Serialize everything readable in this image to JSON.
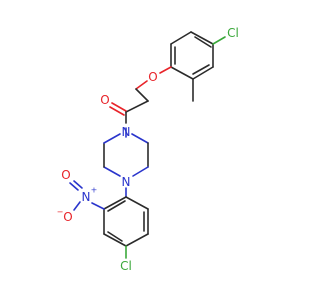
{
  "molecule": {
    "atoms": {
      "cl_top": "Cl",
      "o_ether": "O",
      "o_carbonyl": "O",
      "n_piperazine_top": "N",
      "n_piperazine_bottom": "N",
      "n_nitro": "N",
      "o_nitro_minus": "O",
      "o_nitro_double": "O",
      "cl_bottom": "Cl"
    },
    "charges": {
      "nitro_n": "+",
      "nitro_o": "−"
    },
    "colors": {
      "bond": "#2b2b2b",
      "oxygen": "#e8242a",
      "nitrogen": "#2a35cc",
      "chlorine": "#3aa83a"
    }
  }
}
